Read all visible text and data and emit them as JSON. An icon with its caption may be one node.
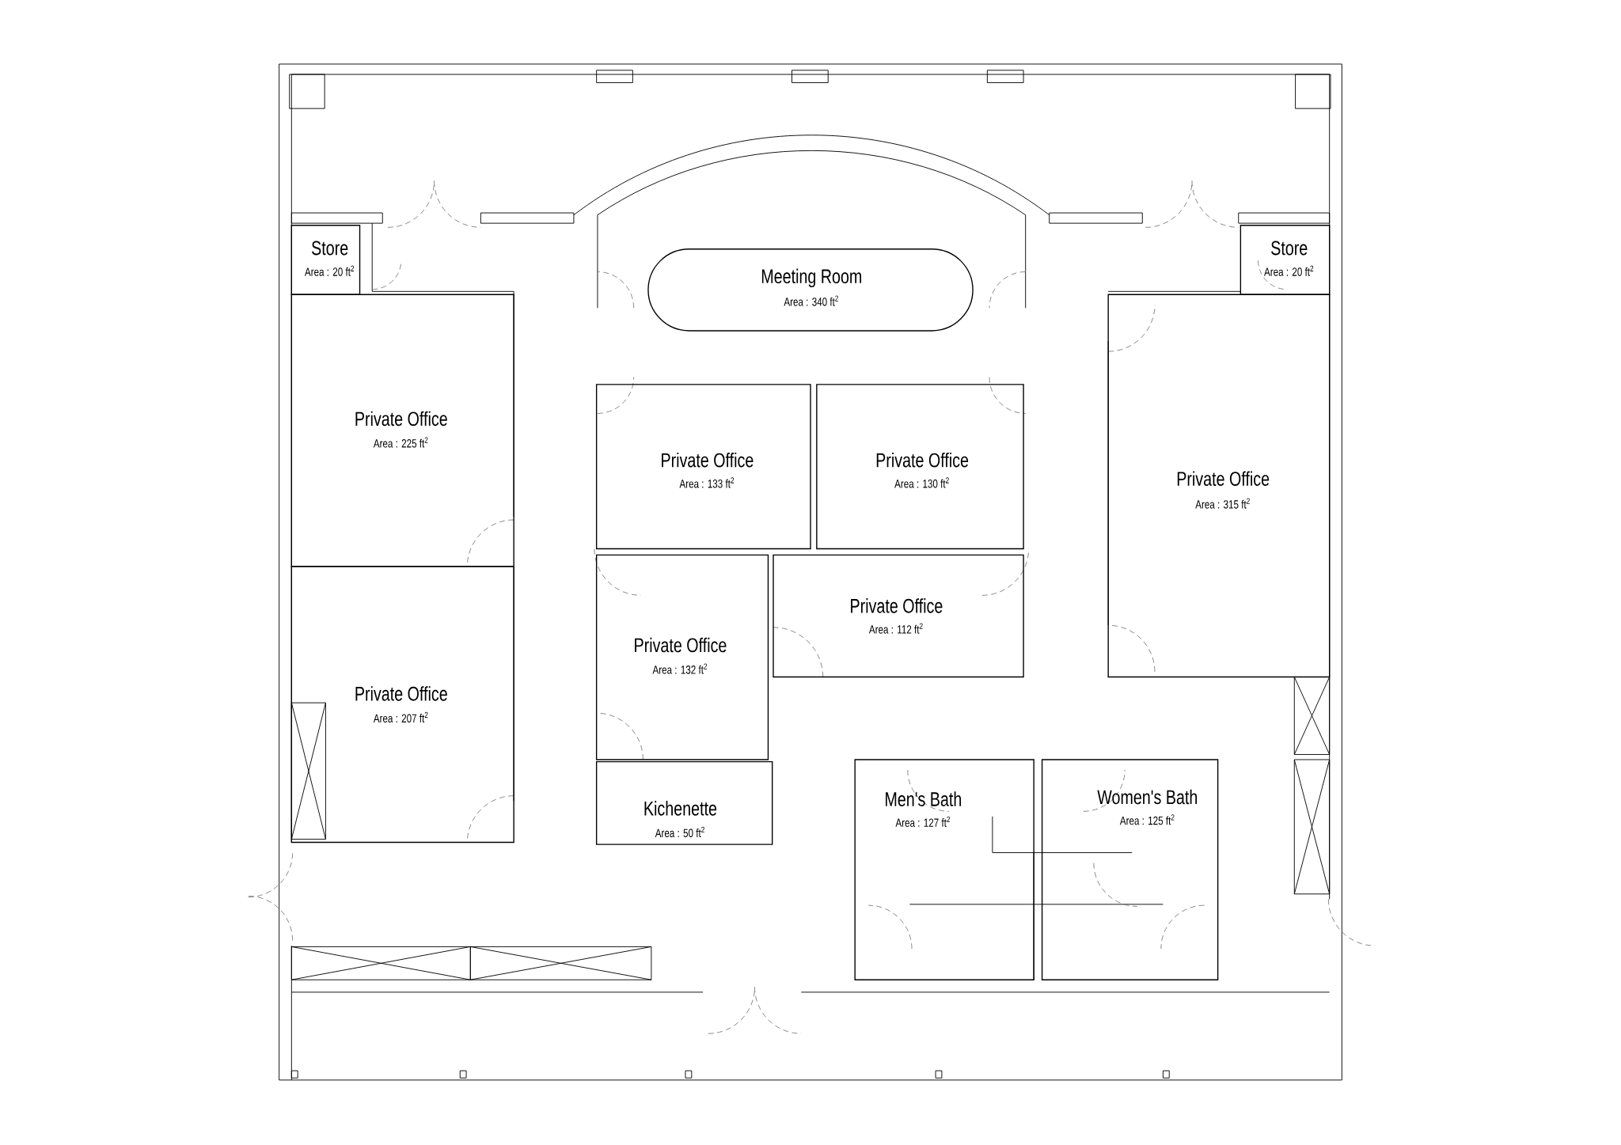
{
  "diagram": {
    "nodes": [
      {
        "text": [
          "Store",
          "Area : 20 ft$^{2}$"
        ]
      },
      {
        "text": [
          "Meeting Room",
          "Area : 340 ft$^{2}$"
        ]
      },
      {
        "text": [
          "Store",
          "Area : 20 ft$^{2}$"
        ]
      },
      {
        "text": [
          "Private Office",
          "Area : 225 ft$^{2}$"
        ]
      },
      {
        "text": [
          "Private Office",
          "Area : 133 ft$^{2}$"
        ]
      },
      {
        "text": [
          "Private Office",
          "Area : 130 ft$^{2}$"
        ]
      },
      {
        "text": [
          "Private Office",
          "Area : 315 ft$^{2}$"
        ]
      },
      {
        "text": [
          "Private Office",
          "Area : 112 ft$^{2}$"
        ]
      },
      {
        "text": [
          "Private Office",
          "Area : 132 ft$^{2}$"
        ]
      },
      {
        "text": [
          "Private Office",
          "Area : 207 ft$^{2}$"
        ]
      },
      {
        "text": [
          "Kichenette",
          "Area : 50 ft$^{2}$"
        ]
      },
      {
        "text": [
          "Men's Bath",
          "Area : 127 ft$^{2}$"
        ]
      },
      {
        "text": [
          "Women's Bath",
          "Area : 125 ft$^{2}$"
        ]
      }
    ]
  }
}
